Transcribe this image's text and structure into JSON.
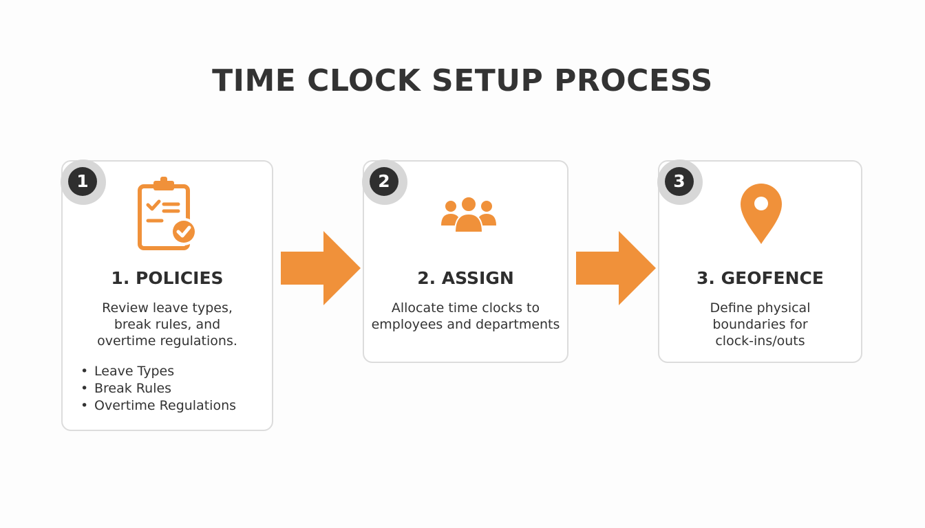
{
  "title": "TIME CLOCK SETUP PROCESS",
  "colors": {
    "accent": "#f0913a",
    "badge": "#2f2f2f",
    "badge_ring": "#d7d7d7",
    "card_border": "#dcdcdc",
    "text": "#2e2e2e"
  },
  "steps": [
    {
      "badge": "1",
      "icon": "clipboard-check-icon",
      "title": "1. POLICIES",
      "description_lines": [
        "Review leave types,",
        "break rules, and",
        "overtime regulations."
      ],
      "bullets": [
        "Leave Types",
        "Break Rules",
        "Overtime Regulations"
      ]
    },
    {
      "badge": "2",
      "icon": "people-group-icon",
      "title": "2. ASSIGN",
      "description_lines": [
        "Allocate time clocks to",
        "employees and departments"
      ]
    },
    {
      "badge": "3",
      "icon": "location-pin-icon",
      "title": "3. GEOFENCE",
      "description_lines": [
        "Define physical",
        "boundaries for",
        "clock-ins/outs"
      ]
    }
  ],
  "bullet_glyph": "•"
}
